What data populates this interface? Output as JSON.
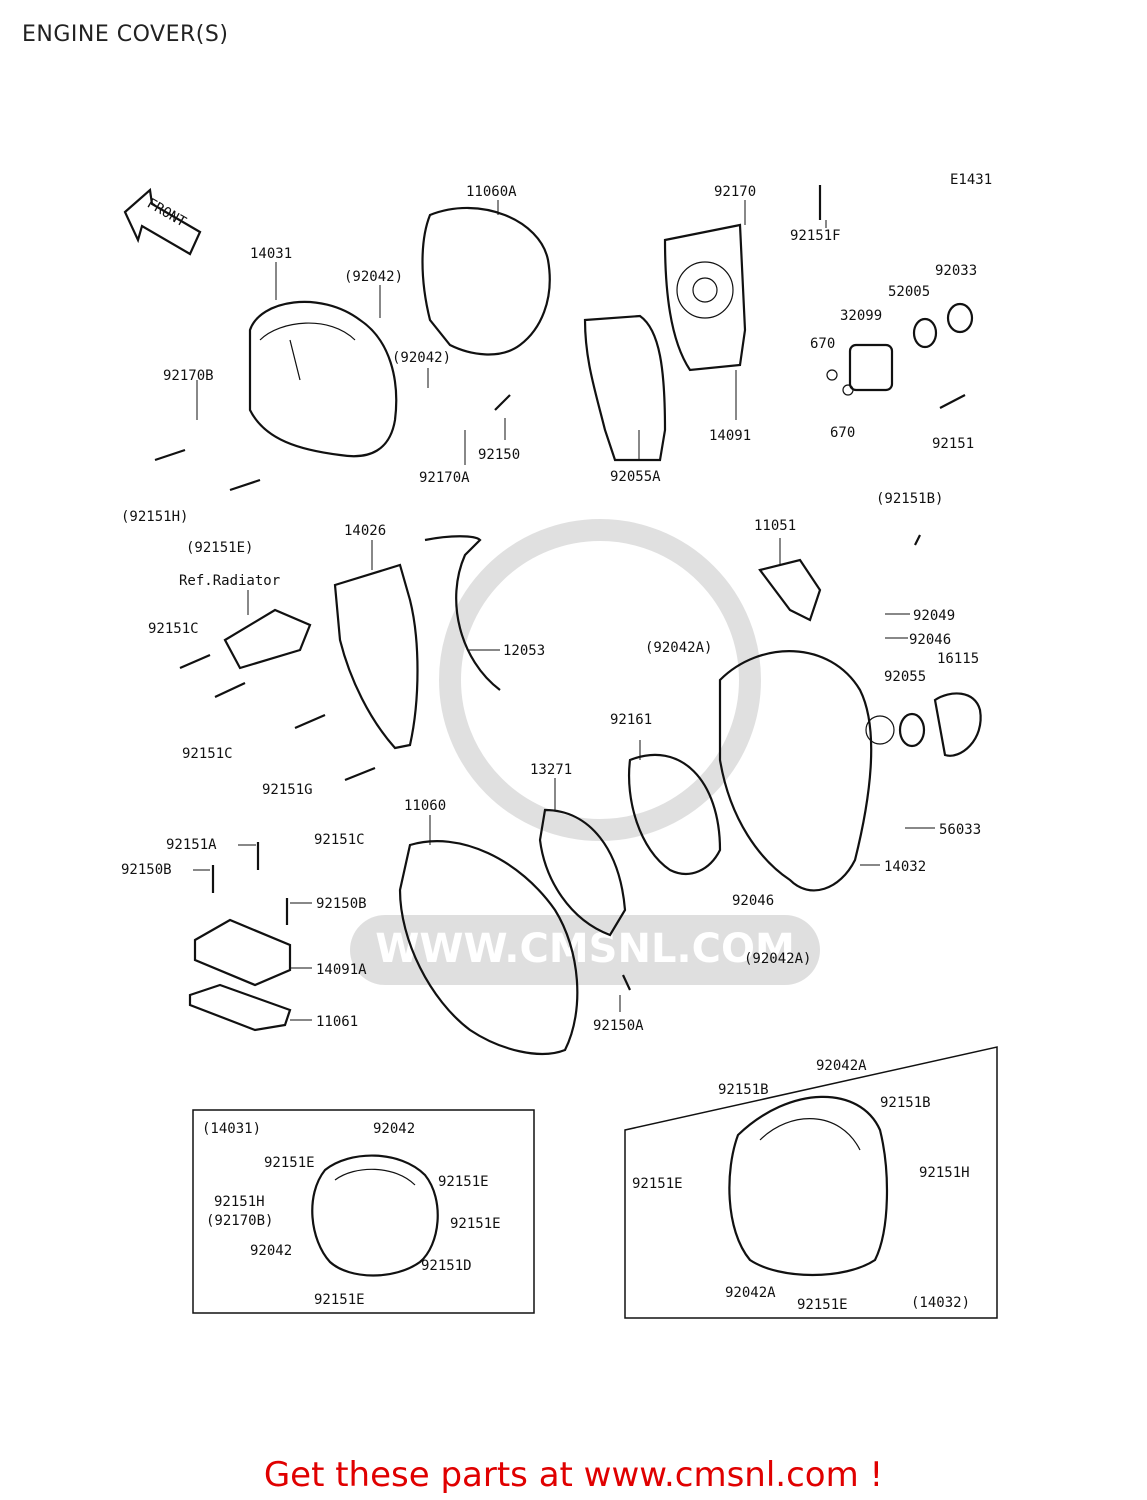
{
  "title": "ENGINE COVER(S)",
  "diagram_code": "E1431",
  "front_arrow_label": "FRONT",
  "watermark": "WWW.CMSNL.COM",
  "footer": "Get these parts at www.cmsnl.com !",
  "labels": {
    "p11060A": "11060A",
    "p92170": "92170",
    "p92151F": "92151F",
    "p14031": "14031",
    "p92042_a": "(92042)",
    "p92042_b": "(92042)",
    "p92033": "92033",
    "p52005": "52005",
    "p32099": "32099",
    "p670_a": "670",
    "p670_b": "670",
    "p92170B": "92170B",
    "p14091": "14091",
    "p92150": "92150",
    "p92170A": "92170A",
    "p92055A": "92055A",
    "p92151": "92151",
    "p92151H_par": "(92151H)",
    "p92151E_par": "(92151E)",
    "p92151B_par": "(92151B)",
    "p14026": "14026",
    "p11051": "11051",
    "ref_radiator": "Ref.Radiator",
    "p92049": "92049",
    "p92151C_a": "92151C",
    "p12053": "12053",
    "p92046_a": "92046",
    "p92042A_a": "(92042A)",
    "p16115": "16115",
    "p92055": "92055",
    "p92151C_b": "92151C",
    "p92161": "92161",
    "p13271": "13271",
    "p92151G": "92151G",
    "p92151C_c": "92151C",
    "p11060": "11060",
    "p56033": "56033",
    "p92151A": "92151A",
    "p92150B_a": "92150B",
    "p14032": "14032",
    "p92150B_b": "92150B",
    "p92046_b": "92046",
    "p14091A": "14091A",
    "p92042A_b": "(92042A)",
    "p11061": "11061",
    "p92150A": "92150A",
    "inset_left": {
      "ref": "(14031)",
      "l92042_top": "92042",
      "l92151E_1": "92151E",
      "l92151E_2": "92151E",
      "l92151H": "92151H",
      "l92170B": "(92170B)",
      "l92151E_3": "92151E",
      "l92042_bot": "92042",
      "l92151D": "92151D",
      "l92151E_4": "92151E"
    },
    "inset_right": {
      "ref": "(14032)",
      "l92042A_top": "92042A",
      "l92151B_1": "92151B",
      "l92151B_2": "92151B",
      "l92151E_1": "92151E",
      "l92151H": "92151H",
      "l92042A_bot": "92042A",
      "l92151E_2": "92151E"
    }
  }
}
